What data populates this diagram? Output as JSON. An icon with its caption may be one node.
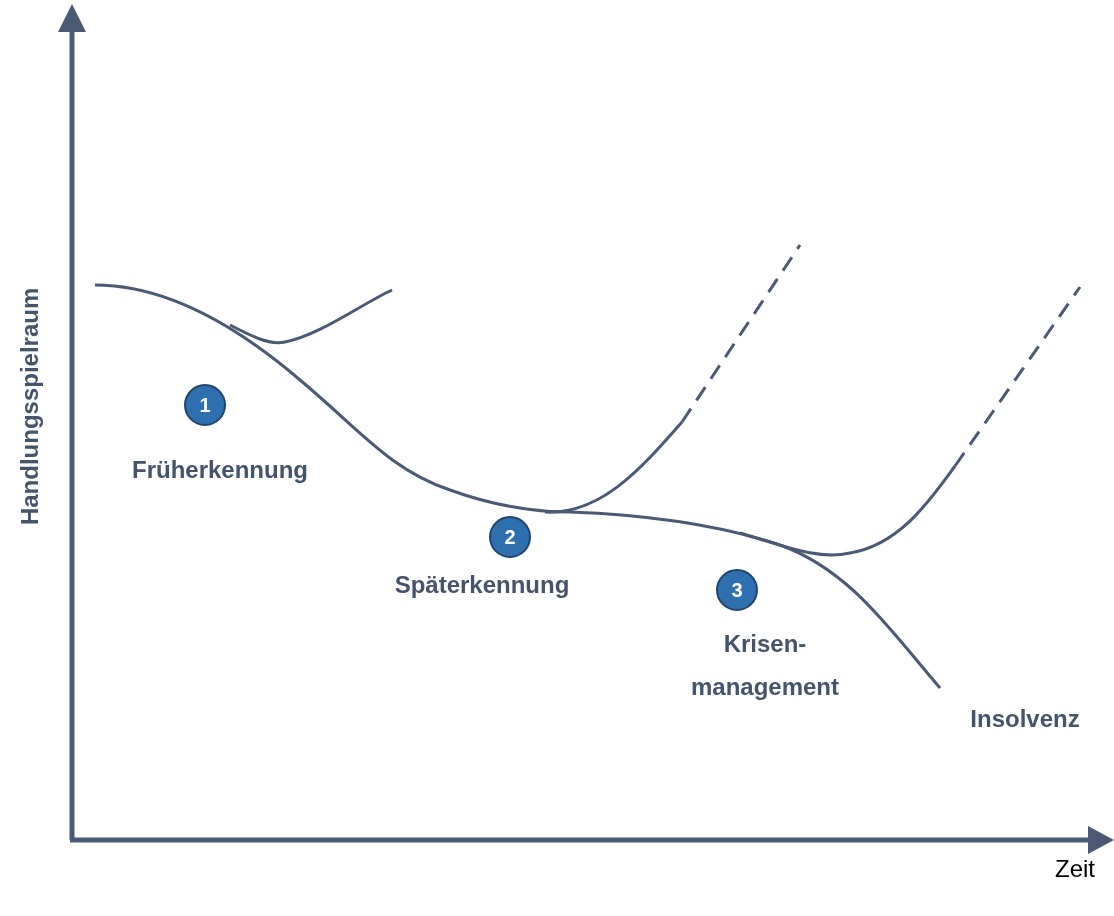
{
  "diagram": {
    "nodes": [
      {
        "text": [
          "1"
        ],
        "beside": [
          "Früherkennung"
        ]
      },
      {
        "text": [
          "2"
        ],
        "beside": [
          "Späterkennung"
        ]
      },
      {
        "text": [
          "3"
        ],
        "beside": [
          "Krisen- management"
        ]
      }
    ],
    "labels": [
      "Handlungsspielraum",
      "Insolvenz",
      "Zeit"
    ]
  }
}
